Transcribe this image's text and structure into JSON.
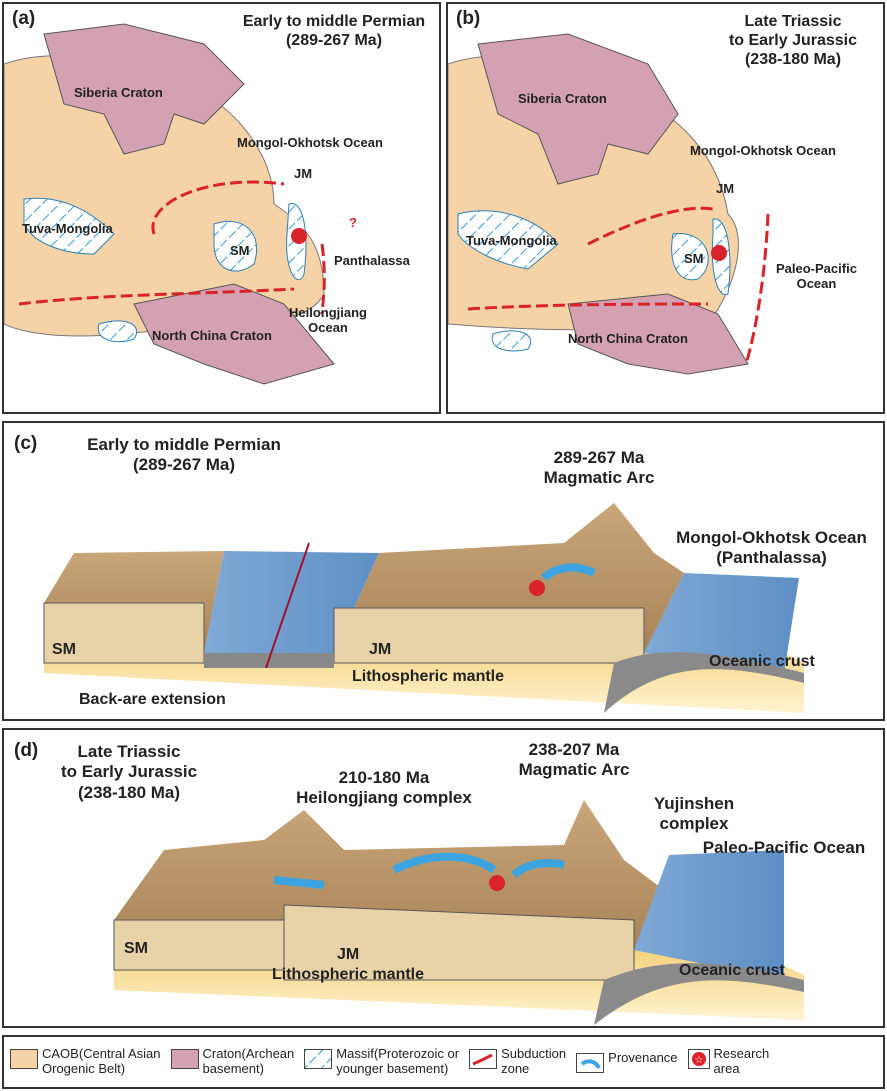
{
  "panel_a": {
    "label": "(a)",
    "title_line1": "Early to middle Permian",
    "title_line2": "(289-267 Ma)",
    "labels": {
      "siberia": "Siberia Craton",
      "mo": "Mongol-Okhotsk Ocean",
      "jm": "JM",
      "question": "?",
      "tuva": "Tuva-Mongolia",
      "sm": "SM",
      "panthalassa": "Panthalassa",
      "heilongjiang1": "Heilongjiang",
      "heilongjiang2": "Ocean",
      "ncc": "North China Craton"
    }
  },
  "panel_b": {
    "label": "(b)",
    "title_line1": "Late Triassic",
    "title_line2": "to Early Jurassic",
    "title_line3": "(238-180 Ma)",
    "labels": {
      "siberia": "Siberia Craton",
      "mo": "Mongol-Okhotsk Ocean",
      "jm": "JM",
      "tuva": "Tuva-Mongolia",
      "sm": "SM",
      "pp1": "Paleo-Pacific",
      "pp2": "Ocean",
      "ncc": "North China Craton"
    }
  },
  "panel_c": {
    "label": "(c)",
    "title_line1": "Early to middle Permian",
    "title_line2": "(289-267 Ma)",
    "labels": {
      "arc1": "289-267 Ma",
      "arc2": "Magmatic Arc",
      "ocean1": "Mongol-Okhotsk Ocean",
      "ocean2": "(Panthalassa)",
      "sm": "SM",
      "jm": "JM",
      "crust": "Oceanic crust",
      "mantle": "Lithospheric mantle",
      "backarc": "Back-are extension"
    }
  },
  "panel_d": {
    "label": "(d)",
    "title_line1": "Late Triassic",
    "title_line2": "to Early Jurassic",
    "title_line3": "(238-180 Ma)",
    "labels": {
      "hl1": "210-180 Ma",
      "hl2": "Heilongjiang complex",
      "arc1": "238-207 Ma",
      "arc2": "Magmatic Arc",
      "yj1": "Yujinshen",
      "yj2": "complex",
      "ocean": "Paleo-Pacific Ocean",
      "sm": "SM",
      "jm": "JM",
      "mantle": "Lithospheric mantle",
      "crust": "Oceanic crust"
    }
  },
  "legend": [
    {
      "icon": "caob-swatch",
      "line1": "CAOB(Central Asian",
      "line2": "Orogenic Belt)",
      "color": "#f6d3a6"
    },
    {
      "icon": "craton-swatch",
      "line1": "Craton(Archean",
      "line2": "basement)",
      "color": "#d4a1b3"
    },
    {
      "icon": "massif-swatch",
      "line1": "Massif(Proterozoic or",
      "line2": "younger basement)",
      "color": "#3a9ad9"
    },
    {
      "icon": "subduction-icon",
      "line1": "Subduction",
      "line2": "zone",
      "color": "#d8232a"
    },
    {
      "icon": "provenance-arrow-icon",
      "line1": "Provenance",
      "line2": "",
      "color": "#3aa3e0"
    },
    {
      "icon": "research-area-star-icon",
      "line1": "Research",
      "line2": "area",
      "color": "#d8232a"
    }
  ]
}
